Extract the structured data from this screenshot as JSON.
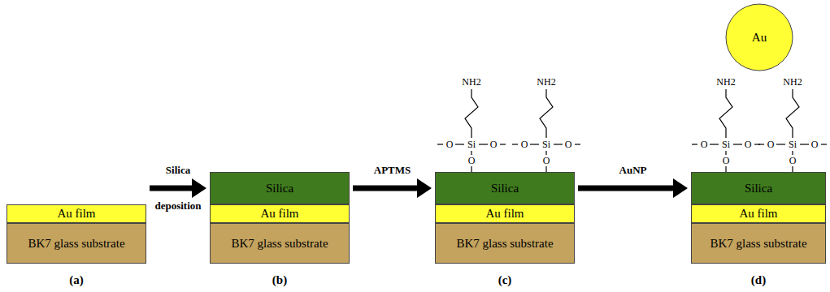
{
  "diagram": {
    "nodes": [
      {
        "text": [
          "Au film"
        ]
      },
      {
        "text": [
          "BK7 glass substrate"
        ]
      },
      {
        "text": [
          "Silica"
        ]
      },
      {
        "text": [
          "Au film"
        ]
      },
      {
        "text": [
          "BK7 glass substrate"
        ]
      },
      {
        "text": [
          "Silica"
        ]
      },
      {
        "text": [
          "Au film"
        ]
      },
      {
        "text": [
          "BK7 glass substrate"
        ]
      },
      {
        "text": [
          "Au"
        ]
      },
      {
        "text": [
          "Silica"
        ]
      },
      {
        "text": [
          "Au film"
        ]
      },
      {
        "text": [
          "BK7 glass substrate"
        ]
      }
    ],
    "edges": [
      {
        "from": 0,
        "to": 2,
        "arrow": "to",
        "label": "Silica deposition"
      },
      {
        "from": 2,
        "to": 5,
        "arrow": "to",
        "label": "APTMS"
      },
      {
        "from": 5,
        "to": 9,
        "arrow": "to",
        "label": "AuNP"
      }
    ],
    "labels": [
      "NH2",
      "NH2",
      "O",
      "Si",
      "O",
      "O",
      "O",
      "Si",
      "O",
      "O",
      "NH2",
      "NH2",
      "O",
      "Si",
      "O",
      "O",
      "O",
      "Si",
      "O",
      "O",
      "(a)",
      "(b)",
      "(c)",
      "(d)"
    ]
  }
}
